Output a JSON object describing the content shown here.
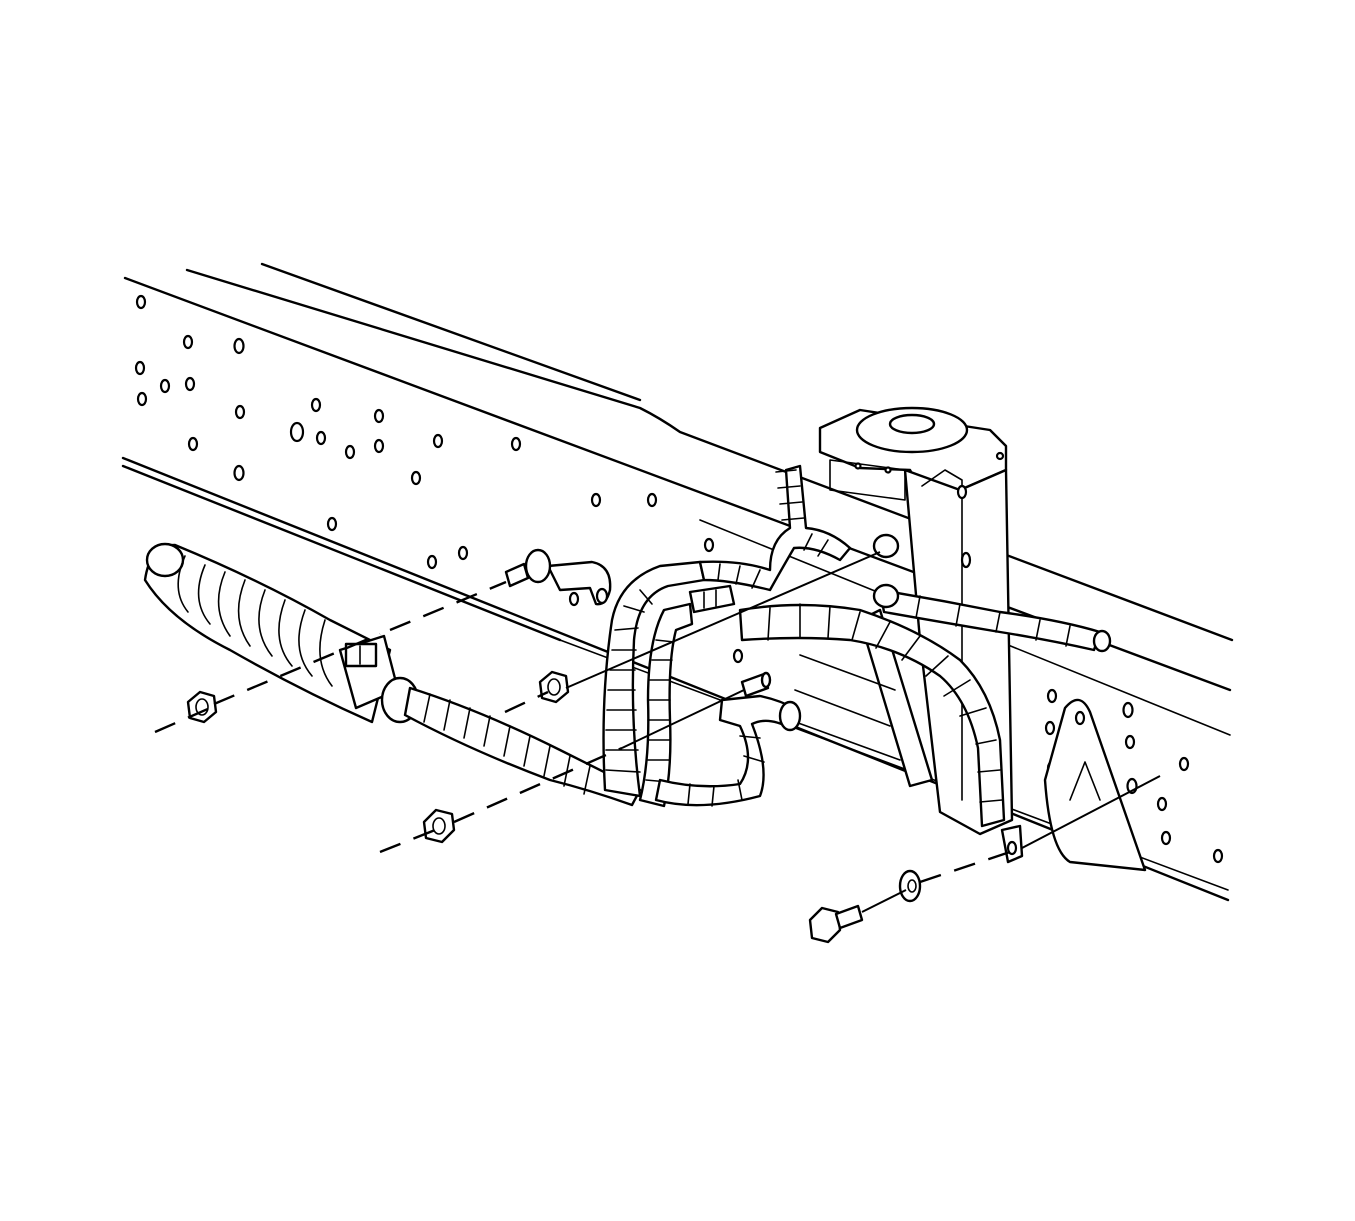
{
  "figure": {
    "description_visible_text": "",
    "colors": {
      "line": "#000000",
      "background": "#ffffff"
    },
    "components": [
      {
        "id": "frame-rail",
        "icon": "frame-rail-icon"
      },
      {
        "id": "wiring-harness-main",
        "icon": "wiring-harness-icon"
      },
      {
        "id": "harness-connector",
        "icon": "connector-icon"
      },
      {
        "id": "body-mount-bracket",
        "icon": "bracket-icon"
      },
      {
        "id": "harness-clip",
        "icon": "clip-icon"
      },
      {
        "id": "nut-left",
        "icon": "nut-icon"
      },
      {
        "id": "nut-center",
        "icon": "nut-icon"
      },
      {
        "id": "nut-lower",
        "icon": "nut-icon"
      },
      {
        "id": "bolt-right",
        "icon": "bolt-icon"
      },
      {
        "id": "washer-right",
        "icon": "washer-icon"
      },
      {
        "id": "stud-upper",
        "icon": "stud-icon"
      },
      {
        "id": "stud-center",
        "icon": "stud-icon"
      }
    ]
  }
}
